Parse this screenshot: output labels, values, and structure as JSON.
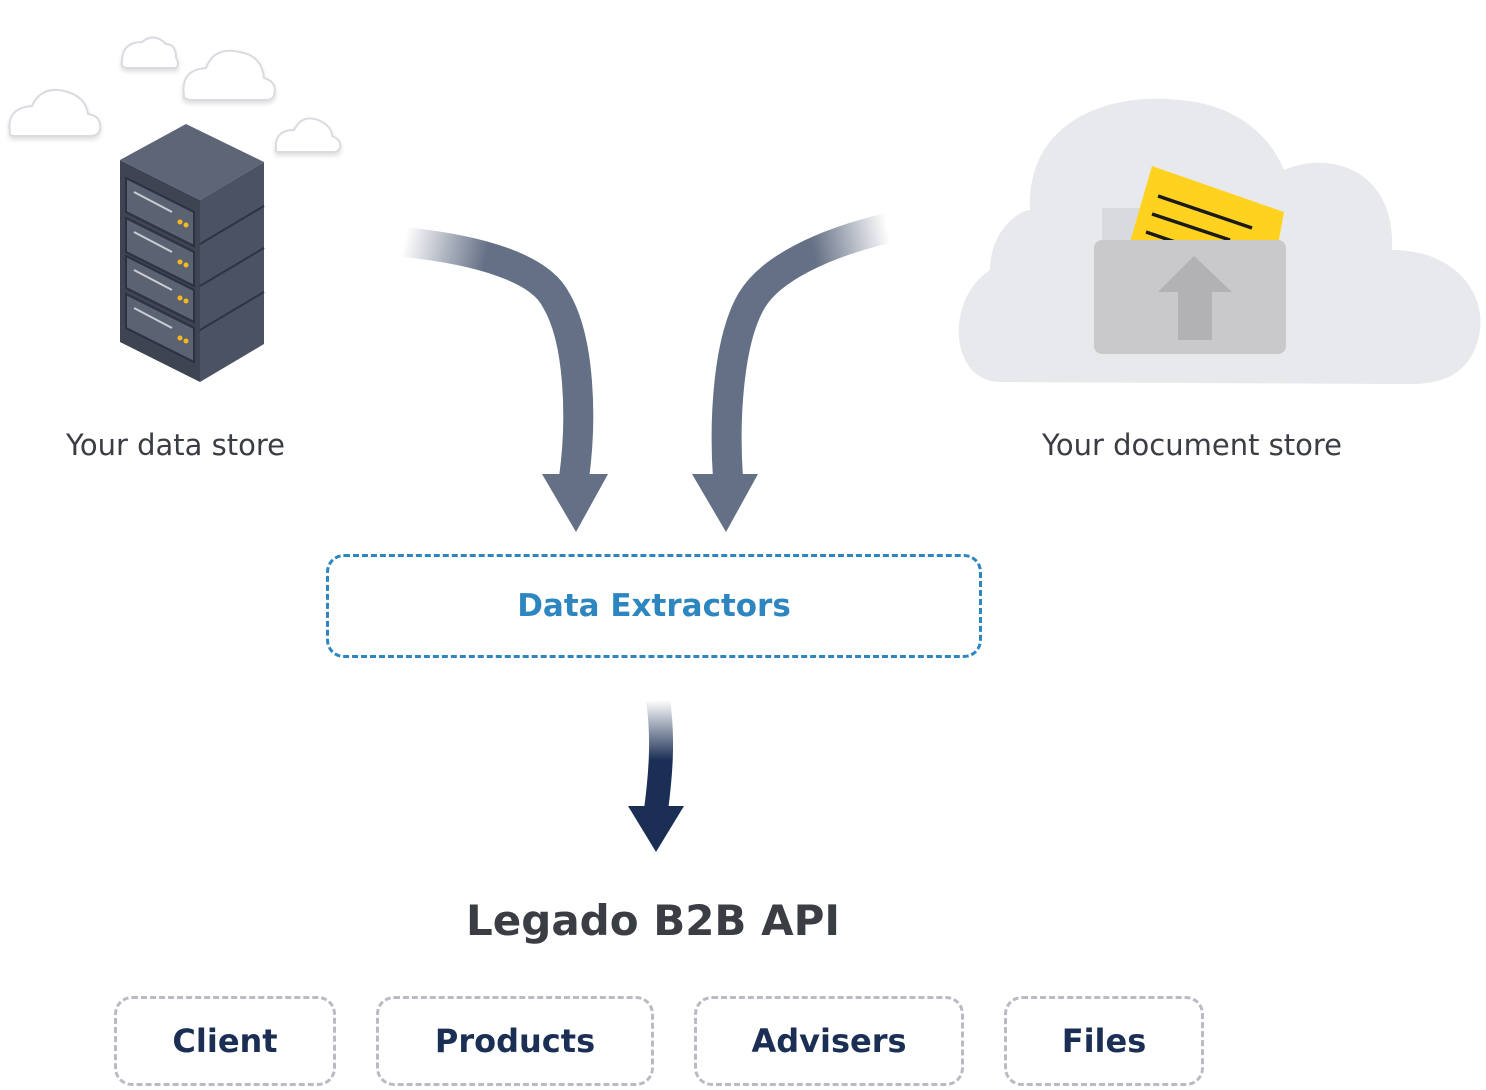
{
  "sources": {
    "data_store_label": "Your data store",
    "document_store_label": "Your document store"
  },
  "extractors": {
    "label": "Data Extractors"
  },
  "api": {
    "title": "Legado B2B API",
    "modules": [
      "Client",
      "Products",
      "Advisers",
      "Files"
    ]
  },
  "colors": {
    "arrow_gray": "#647085",
    "arrow_navy": "#1b2f55",
    "extractor_blue": "#2e86c1",
    "module_border": "#b8bbc2",
    "server_body": "#4b5263",
    "document_yellow": "#ffd21f",
    "cloud_fill": "#e8e9ec"
  },
  "icons": {
    "data_store": "server-rack-icon",
    "document_store": "cloud-upload-folder-icon",
    "decoration": "cloud-icon"
  }
}
